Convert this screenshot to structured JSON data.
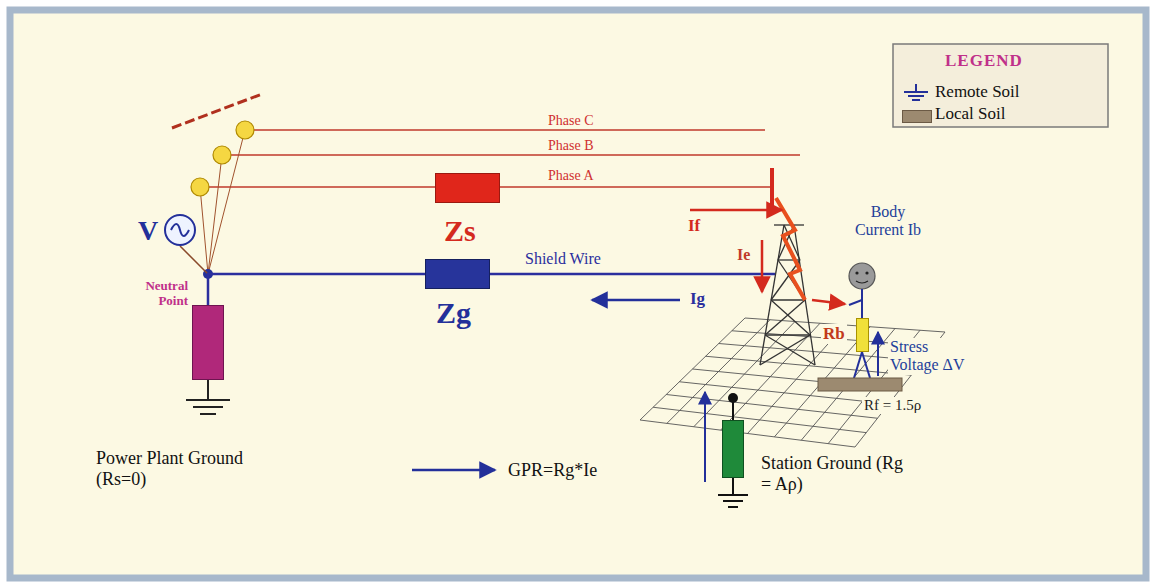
{
  "diagram": {
    "nodes": [
      {
        "text": [
          "V"
        ]
      },
      {
        "text": [
          "Zs"
        ]
      },
      {
        "text": [
          "Zg"
        ]
      },
      {
        "text": [
          "Power Plant Ground (Rs=0)"
        ]
      },
      {
        "text": [
          "Rb"
        ]
      },
      {
        "text": [
          "Station Ground (Rg = Aρ)"
        ]
      }
    ],
    "edges": [
      {
        "from": 0,
        "to": 3,
        "arrow": "none"
      },
      {
        "from": 2,
        "to": 3,
        "arrow": "none"
      }
    ],
    "labels": [
      "LEGEND",
      "Phase C",
      "Phase B",
      "Phase A",
      "Neutral Point",
      "Shield Wire",
      "If",
      "Ig",
      "Ie",
      "Body Current Ib",
      "Stress Voltage ΔV",
      "Rf = 1.5ρ",
      "GPR=Rg*Ie"
    ],
    "legend": [
      {
        "text": "Remote Soil"
      },
      {
        "text": "Local Soil",
        "color": "#9c8a70"
      }
    ]
  }
}
